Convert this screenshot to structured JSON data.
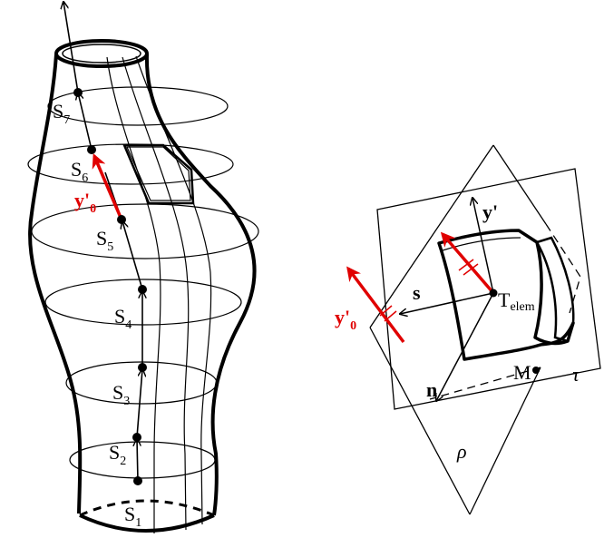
{
  "colors": {
    "ink": "#000000",
    "accent": "#e00000",
    "background": "#ffffff"
  },
  "vessel": {
    "points": [
      {
        "letter": "S",
        "sub": "7"
      },
      {
        "letter": "S",
        "sub": "6"
      },
      {
        "letter": "S",
        "sub": "5"
      },
      {
        "letter": "S",
        "sub": "4"
      },
      {
        "letter": "S",
        "sub": "3"
      },
      {
        "letter": "S",
        "sub": "2"
      },
      {
        "letter": "S",
        "sub": "1"
      }
    ],
    "vector_label": {
      "main": "y'",
      "sub": "0"
    }
  },
  "element": {
    "vector_y": "y'",
    "vector_s": "s",
    "vector_n": "n",
    "center": {
      "main": "T",
      "sub": "elem"
    },
    "point_m": "M",
    "plane_tau": "τ",
    "plane_rho": "ρ",
    "vector_label": {
      "main": "y'",
      "sub": "0"
    }
  }
}
